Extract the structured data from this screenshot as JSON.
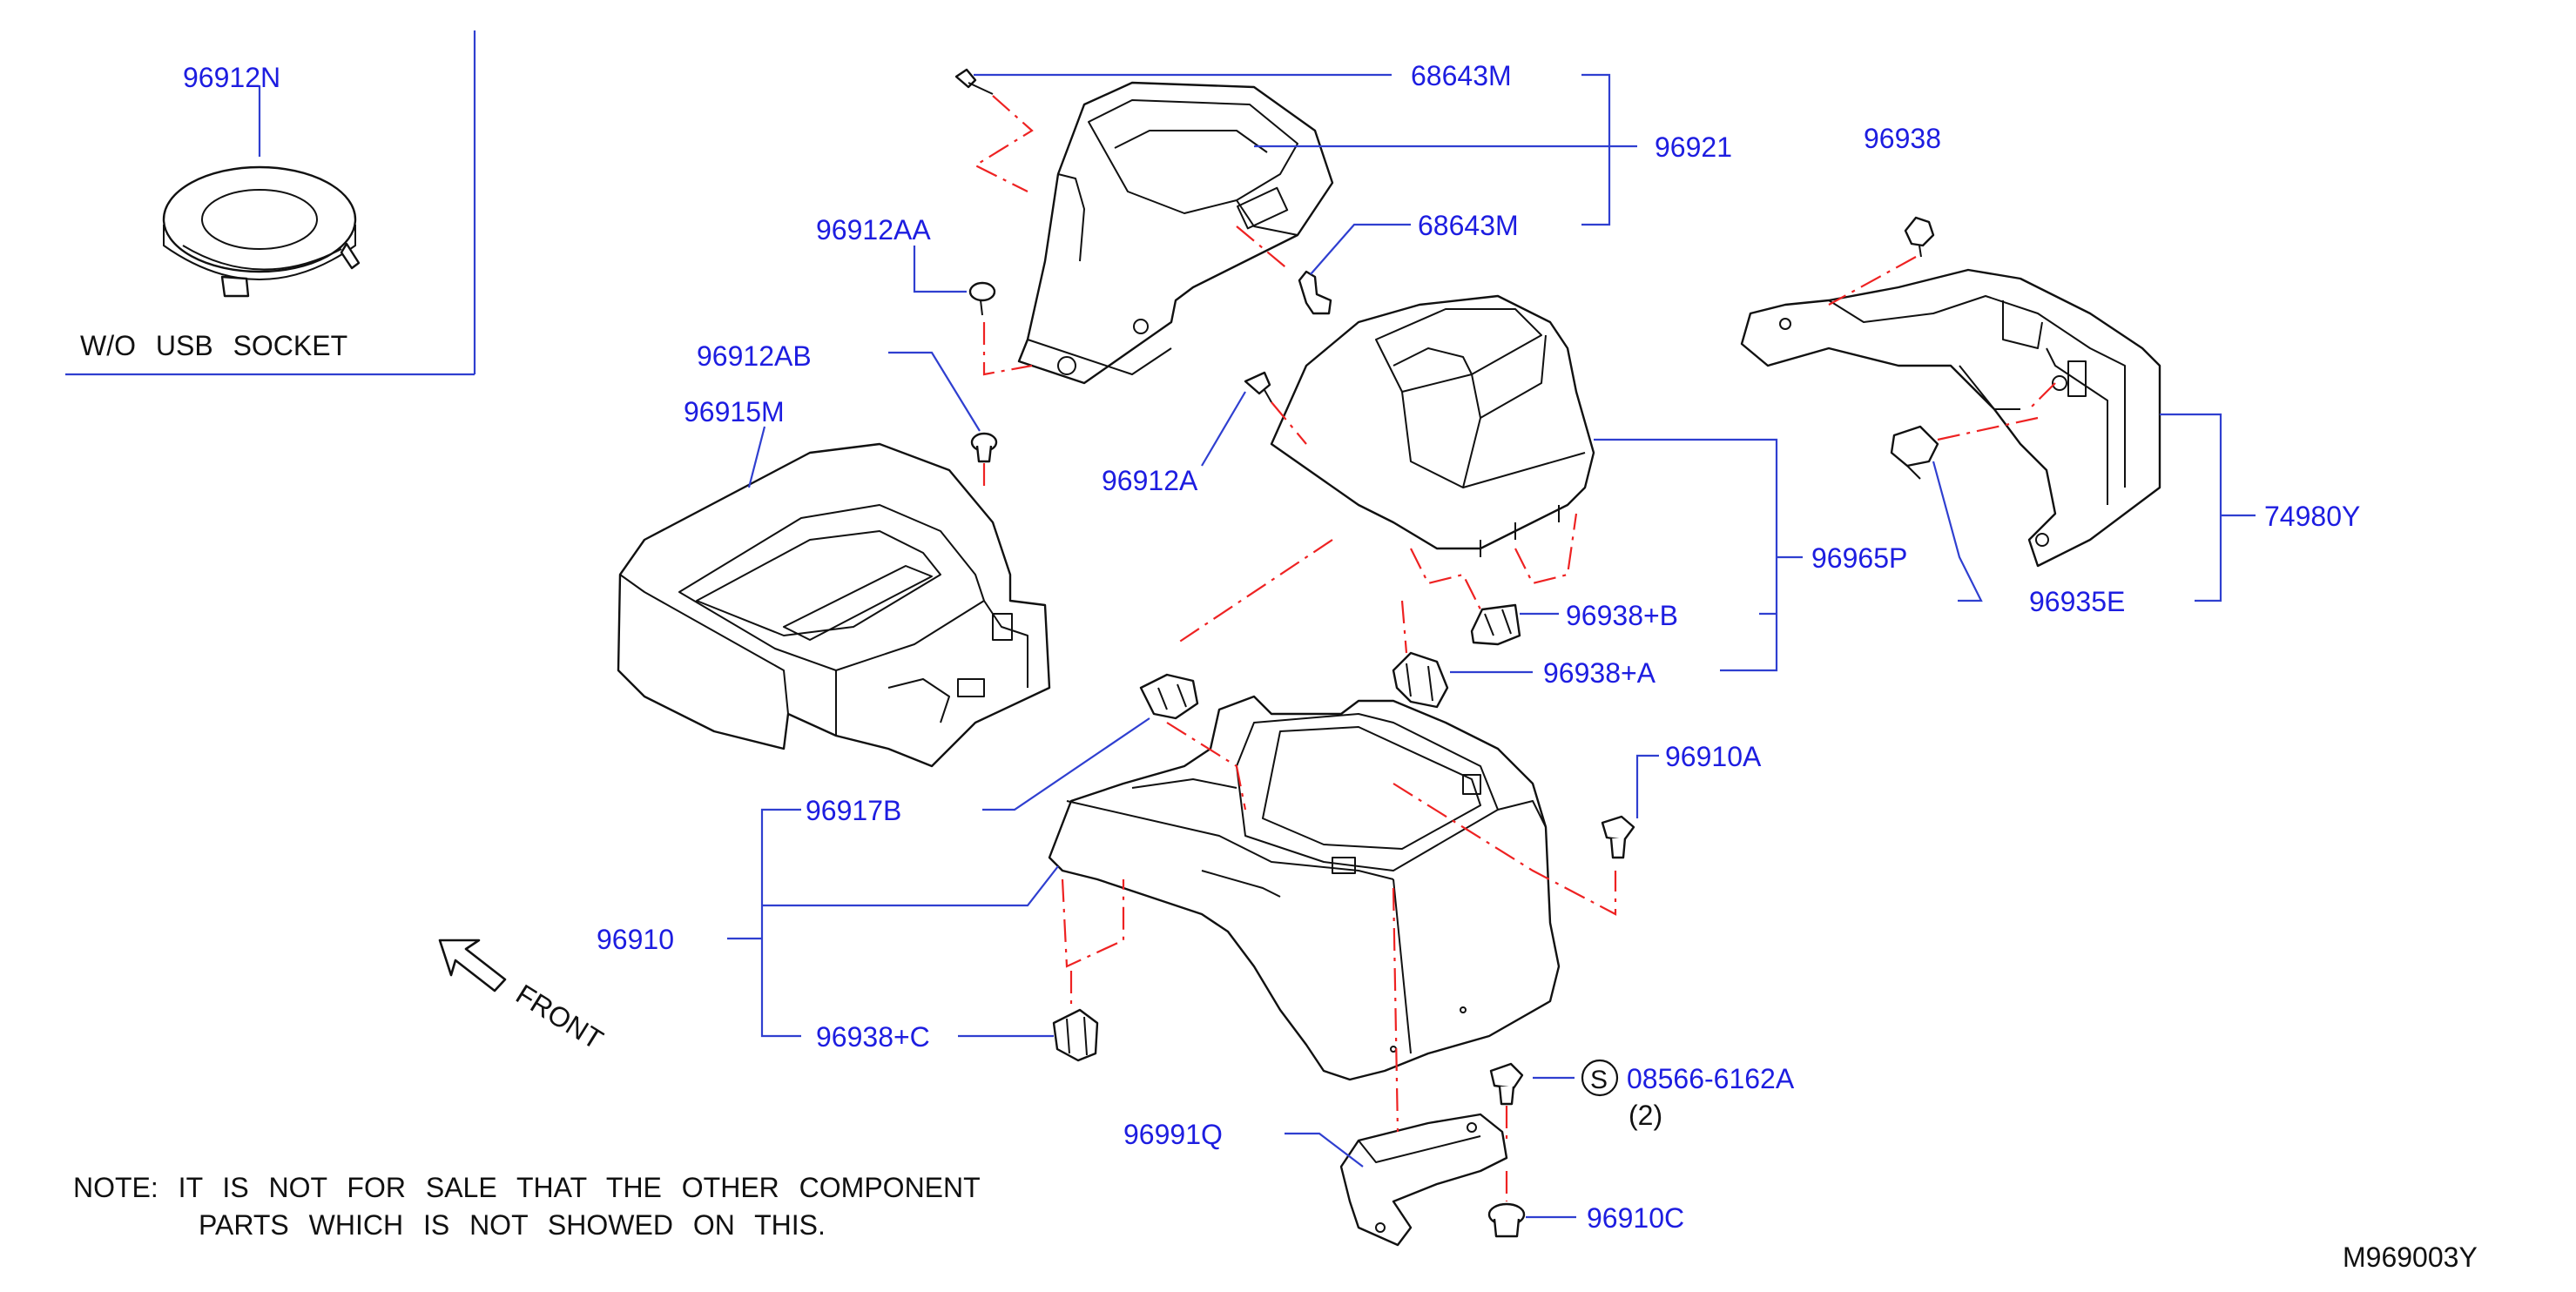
{
  "parts": {
    "p96912N": "96912N",
    "p68643M_top": "68643M",
    "p96921": "96921",
    "p96938": "96938",
    "p96912AA": "96912AA",
    "p68643M_mid": "68643M",
    "p96912AB": "96912AB",
    "p96915M": "96915M",
    "p96912A": "96912A",
    "p74980Y": "74980Y",
    "p96965P": "96965P",
    "p96935E": "96935E",
    "p96938B": "96938+B",
    "p96938A": "96938+A",
    "p96910A": "96910A",
    "p96917B": "96917B",
    "p96910": "96910",
    "p96938C": "96938+C",
    "p08566": "08566-6162A",
    "p96991Q": "96991Q",
    "p96910C": "96910C"
  },
  "texts": {
    "usb_note": "W/O USB SOCKET",
    "front": "FRONT",
    "qty": "(2)",
    "s_symbol": "S",
    "note_line1": "NOTE: IT IS NOT FOR SALE THAT THE OTHER COMPONENT",
    "note_line2": "PARTS WHICH IS NOT SHOWED ON THIS.",
    "diagram_id": "M969003Y"
  },
  "colors": {
    "part_number": "#1d1de0",
    "leader": "#2f3fd0",
    "assembly_dash": "#ee2222",
    "outline": "#111111"
  }
}
